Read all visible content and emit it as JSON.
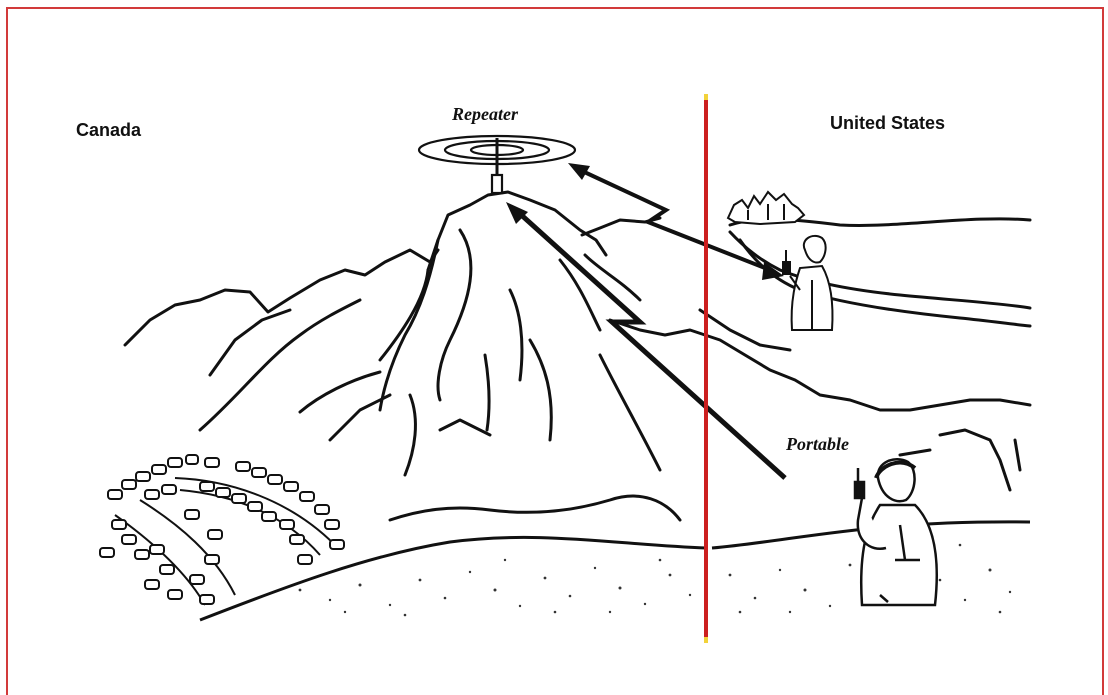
{
  "labels": {
    "left_region": "Canada",
    "right_region": "United States",
    "repeater": "Repeater",
    "portable": "Portable"
  },
  "colors": {
    "frame": "#d23a3a",
    "border_line": "#cc1f1f",
    "border_line_tip": "#f2d23a",
    "ink": "#111111"
  },
  "icons": {
    "repeater": "radio-tower-icon",
    "person_near": "person-with-radio-icon",
    "person_far": "person-with-radio-icon",
    "town": "buildings-icon",
    "parking_lot": "parked-cars-icon",
    "signal_path": "signal-arrow-icon"
  }
}
